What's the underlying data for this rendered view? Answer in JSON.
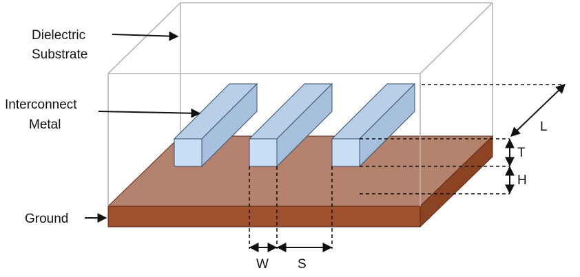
{
  "labels": {
    "dielectric_line1": "Dielectric",
    "dielectric_line2": "Substrate",
    "interconnect_line1": "Interconnect",
    "interconnect_line2": "Metal",
    "ground": "Ground",
    "dim_L": "L",
    "dim_T": "T",
    "dim_H": "H",
    "dim_W": "W",
    "dim_S": "S"
  },
  "colors": {
    "ground_top": "#b5826e",
    "ground_front": "#a0502d",
    "ground_side": "#8c4323",
    "metal_front": "#c9dff6",
    "metal_top": "#b8cfe9",
    "metal_side": "#a7c0dd",
    "metal_stroke": "#3d4f68",
    "substrate_edge": "#b5b5b5",
    "ground_stroke": "#5a2a16"
  }
}
